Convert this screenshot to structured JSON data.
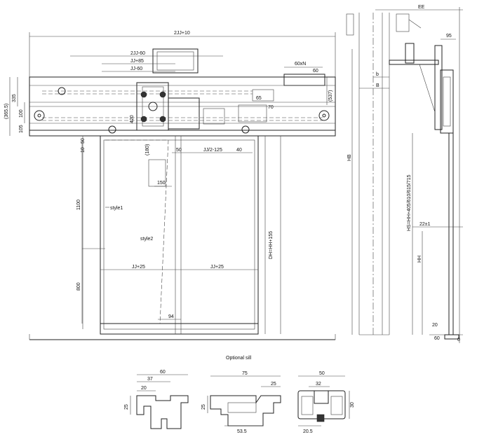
{
  "front_view": {
    "dims": {
      "two_jj_10": "2JJ+10",
      "two_jj_60": "2JJ-60",
      "jj_85": "JJ+85",
      "jj_60": "JJ-60",
      "sixty_x_n": "60xN",
      "sixty_a": "60",
      "sixty_b": "60",
      "sixtyfive": "65",
      "seventy": "70",
      "v365_5": "(365.5)",
      "v335": "335",
      "v100": "100",
      "v105": "105",
      "v420": "420",
      "v537": "(537)",
      "v50_left": "50",
      "v10": "10",
      "v180": "(180)",
      "v50_mid": "50",
      "jj2_125": "JJ/2-125",
      "v40": "40",
      "v150": "150",
      "v1100": "1100",
      "style1": "style1",
      "style2": "style2",
      "dh": "DH=HH+155",
      "jj25_left": "JJ+25",
      "jj25_right": "JJ+25",
      "v800": "800",
      "v94": "94"
    }
  },
  "side_view": {
    "dims": {
      "ee": "EE",
      "v95": "95",
      "b_lower": "b",
      "b_upper": "B",
      "hb": "HB",
      "hs": "HS=HH+405/610/615/715",
      "v22": "22±1",
      "hh": "HH",
      "v20": "20",
      "v60": "60",
      "v0": "0"
    }
  },
  "sill": {
    "title": "Optional sill",
    "s1": {
      "w60": "60",
      "w37": "37",
      "w20": "20",
      "h25": "25"
    },
    "s2": {
      "w75": "75",
      "w25": "25",
      "h25": "25",
      "w53_5": "53.5"
    },
    "s3": {
      "w50": "50",
      "w32": "32",
      "h30": "30",
      "w20_5": "20.5"
    }
  }
}
